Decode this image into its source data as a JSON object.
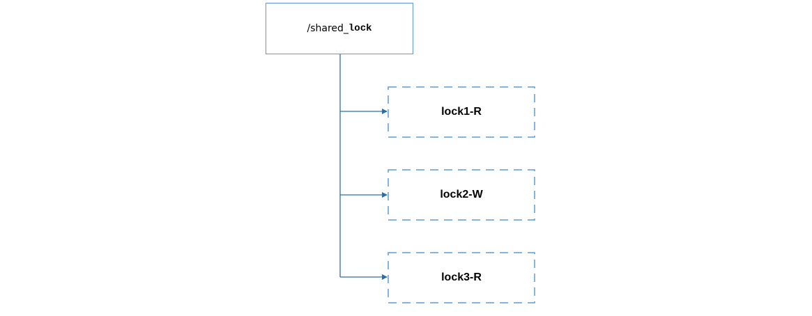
{
  "root": {
    "prefix": "/shared_",
    "suffix": "lock"
  },
  "children": [
    {
      "label": "lock1-R"
    },
    {
      "label": "lock2-W"
    },
    {
      "label": "lock3-R"
    }
  ],
  "colors": {
    "node_border": "#5b9bd5",
    "connector": "#2e6da4",
    "text": "#000000"
  }
}
